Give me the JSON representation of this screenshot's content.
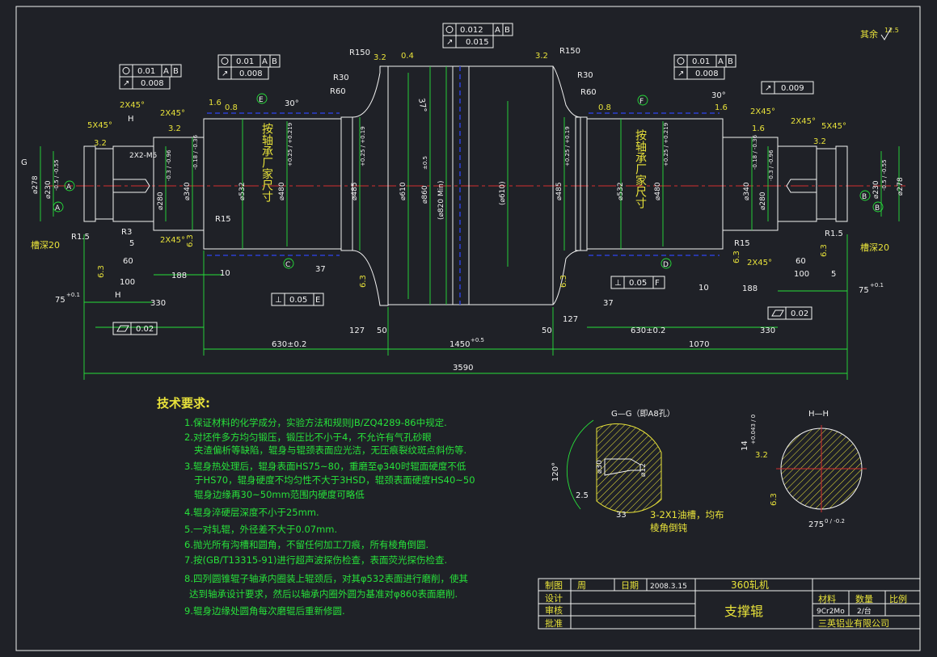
{
  "top_right": {
    "note": "其余",
    "roughness": "12.5"
  },
  "fcf": {
    "top_center": [
      "0.012",
      "A",
      "B",
      "0.015"
    ],
    "left_small": [
      "0.01",
      "A",
      "B",
      "0.008"
    ],
    "left_big": [
      "0.01",
      "A",
      "B",
      "0.008"
    ],
    "right_big": [
      "0.01",
      "A",
      "B",
      "0.008"
    ],
    "right_small": [
      "0.009"
    ],
    "bottom_left_perp": [
      "0.05",
      "E"
    ],
    "bottom_left_flat": [
      "0.02"
    ],
    "bottom_right_perp": [
      "0.05",
      "F"
    ],
    "bottom_right_flat": [
      "0.02"
    ]
  },
  "radii": {
    "r150": "R150",
    "r30": "R30",
    "r60": "R60",
    "r15": "R15",
    "r3": "R3",
    "r15b": "R1.5"
  },
  "angles": {
    "a30": "30°",
    "a37": "37°"
  },
  "chamfers": {
    "c5": "5X45°",
    "c2": "2X45°"
  },
  "rough": {
    "r32": "3.2",
    "r04": "0.4",
    "r16": "1.6",
    "r08": "0.8",
    "r63": "6.3"
  },
  "dims": {
    "total": "3590",
    "d630_left": "630±0.2",
    "d1450": "1450",
    "d1450_tol": "+0.5",
    "d1070": "1070",
    "d630_right": "630±0.2",
    "d330": "330",
    "d75": "75",
    "d75_tol": "+0.1",
    "d188": "188",
    "d10": "10",
    "d37": "37",
    "d127": "127",
    "d50": "50",
    "d100": "100",
    "d60": "60",
    "d5": "5",
    "thread": "2X2-M5",
    "groove_depth": "槽深20"
  },
  "diam": {
    "d278": "⌀278",
    "d230": "⌀230",
    "d230_tol": "-0.5 / -0.55",
    "d280": "⌀280",
    "d280_tol": "-0.3 / -0.96",
    "d340": "⌀340",
    "d340_tol": "-0.18 / -0.36",
    "d532": "⌀532",
    "d480": "⌀480",
    "d480_tol": "+0.25 / +0.219",
    "d485": "⌀485",
    "d485_tol": "+0.25 / +0.19",
    "d610": "⌀610",
    "d860": "⌀860",
    "d860_tol": "±0.5",
    "d820": "(⌀820 Min)",
    "d610p": "(⌀610)"
  },
  "bearing_note": "按轴承厂家尺寸",
  "datums": [
    "A",
    "B",
    "C",
    "D",
    "E",
    "F",
    "G",
    "H"
  ],
  "tech": {
    "title": "技术要求:",
    "items": [
      "1.保证材料的化学成分，实验方法和规则JB/ZQ4289-86中规定.",
      "2.对坯件多方均匀锻压，锻压比不小于4，不允许有气孔砂眼",
      "夹渣偏析等缺陷，辊身与辊颈表面应光洁，无压痕裂纹斑点斜伤等.",
      "3.辊身热处理后，辊身表面HS75~80，重磨至φ340时辊面硬度不低",
      "于HS70，辊身硬度不均匀性不大于3HSD，辊颈表面硬度HS40~50",
      "辊身边缘再30~50mm范围内硬度可略低",
      "4.辊身淬硬层深度不小于25mm.",
      "5.一对轧辊，外径差不大于0.07mm.",
      "6.抛光所有沟槽和圆角，不留任何加工刀痕，所有棱角倒圆.",
      "7.按(GB/T13315-91)进行超声波探伤检查，表面荧光探伤检查.",
      "8.四列圆锥辊子轴承内圈装上辊颈后，对其φ532表面进行磨削，使其",
      "达到轴承设计要求，然后以轴承内圈外圆为基准对φ860表面磨削.",
      "9.辊身边缘处圆角每次磨辊后重新修圆."
    ]
  },
  "section_gg": {
    "title": "G—G（即A8孔）",
    "angle": "120°",
    "d30": "⌀30",
    "d12": "⌀12",
    "d25": "2.5",
    "d33": "33",
    "note1": "3-2X1油槽，均布",
    "note2": "棱角倒钝"
  },
  "section_hh": {
    "title": "H—H",
    "depth": "14",
    "depth_tol": "+0.043 / 0",
    "width": "275",
    "width_tol": "0 / -0.2",
    "r32": "3.2",
    "r63": "6.3"
  },
  "title_block": {
    "drawn": "制图",
    "drawn_name": "周",
    "date_label": "日期",
    "date": "2008.3.15",
    "machine": "360轧机",
    "design": "设计",
    "check": "审核",
    "approve": "批准",
    "part_name": "支撑辊",
    "material_label": "材料",
    "qty_label": "数量",
    "scale_label": "比例",
    "material": "9Cr2Mo",
    "qty": "2/台",
    "company": "三英铝业有限公司"
  }
}
